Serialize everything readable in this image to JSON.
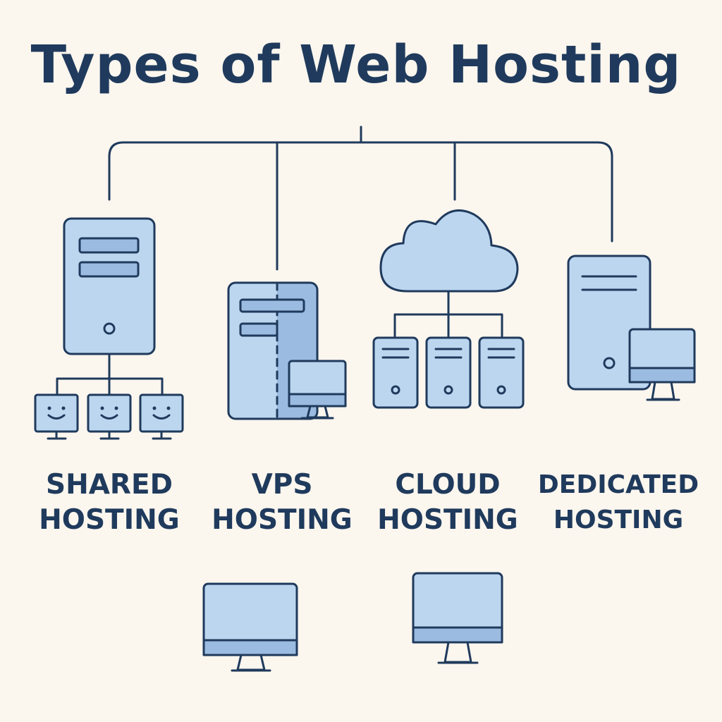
{
  "title": "Types of Web Hosting",
  "colors": {
    "background": "#fbf6ee",
    "ink": "#1f3a5c",
    "fill_light": "#bcd6f0",
    "fill_mid": "#9bbbe0"
  },
  "hosting_types": [
    {
      "line1": "SHARED",
      "line2": "HOSTING",
      "icon": "shared-server-icon"
    },
    {
      "line1": "VPS",
      "line2": "HOSTING",
      "icon": "vps-server-icon"
    },
    {
      "line1": "CLOUD",
      "line2": "HOSTING",
      "icon": "cloud-servers-icon"
    },
    {
      "line1": "DEDICATED",
      "line2": "HOSTING",
      "icon": "dedicated-server-icon"
    }
  ]
}
